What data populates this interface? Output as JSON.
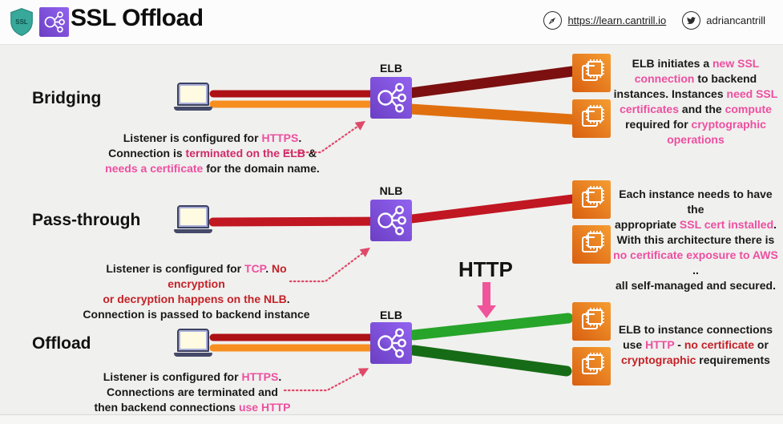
{
  "header": {
    "title": "SSL Offload",
    "shield_label": "SSL",
    "site_link": "https://learn.cantrill.io",
    "twitter_handle": "adriancantrill"
  },
  "colors": {
    "text_pink": "#ed4fa0",
    "text_crimson": "#d02a69",
    "text_red": "#c42127",
    "line_dark_red": "#ad1015",
    "line_maroon": "#7c1010",
    "line_orange": "#f78f20",
    "line_orange_dark": "#e0700f",
    "line_red": "#c01722",
    "line_green": "#27a42a",
    "line_green_dark": "#166c16",
    "lb_purple": "#7a4fe0",
    "ec2_orange": "#ec7211",
    "arrow_pink": "#e8439a"
  },
  "http_label": "HTTP",
  "rows": [
    {
      "label": "Bridging",
      "lb_label": "ELB",
      "annotation_lines": [
        [
          {
            "t": "Listener is configured for ",
            "c": "k"
          },
          {
            "t": "HTTPS",
            "c": "pink"
          },
          {
            "t": ".",
            "c": "k"
          }
        ],
        [
          {
            "t": "Connection is ",
            "c": "k"
          },
          {
            "t": "terminated on the ELB",
            "c": "crimson"
          },
          {
            "t": " &",
            "c": "k"
          }
        ],
        [
          {
            "t": "needs a certificate",
            "c": "pink"
          },
          {
            "t": " for the domain name.",
            "c": "k"
          }
        ]
      ],
      "right_lines": [
        [
          {
            "t": "ELB initiates a ",
            "c": "k"
          },
          {
            "t": "new SSL",
            "c": "pink"
          }
        ],
        [
          {
            "t": "connection",
            "c": "pink"
          },
          {
            "t": " to backend",
            "c": "k"
          }
        ],
        [
          {
            "t": "instances. Instances ",
            "c": "k"
          },
          {
            "t": "need SSL",
            "c": "pink"
          }
        ],
        [
          {
            "t": "certificates",
            "c": "pink"
          },
          {
            "t": " and the ",
            "c": "k"
          },
          {
            "t": "compute",
            "c": "pink"
          }
        ],
        [
          {
            "t": "required for ",
            "c": "k"
          },
          {
            "t": "cryptographic",
            "c": "pink"
          }
        ],
        [
          {
            "t": "operations",
            "c": "pink"
          }
        ]
      ]
    },
    {
      "label": "Pass-through",
      "lb_label": "NLB",
      "annotation_lines": [
        [
          {
            "t": "Listener is configured for ",
            "c": "k"
          },
          {
            "t": "TCP",
            "c": "pink"
          },
          {
            "t": ". ",
            "c": "k"
          },
          {
            "t": "No encryption",
            "c": "red"
          }
        ],
        [
          {
            "t": "or decryption happens on the NLB",
            "c": "red"
          },
          {
            "t": ".",
            "c": "k"
          }
        ],
        [
          {
            "t": "Connection is passed to backend instance",
            "c": "k"
          }
        ]
      ],
      "right_lines": [
        [
          {
            "t": "Each instance needs to have the",
            "c": "k"
          }
        ],
        [
          {
            "t": "appropriate ",
            "c": "k"
          },
          {
            "t": "SSL cert installed",
            "c": "pink"
          },
          {
            "t": ".",
            "c": "k"
          }
        ],
        [
          {
            "t": "With this architecture there is",
            "c": "k"
          }
        ],
        [
          {
            "t": "no certificate exposure to AWS",
            "c": "pink"
          },
          {
            "t": " ..",
            "c": "k"
          }
        ],
        [
          {
            "t": "all self-managed and secured.",
            "c": "k"
          }
        ]
      ]
    },
    {
      "label": "Offload",
      "lb_label": "ELB",
      "annotation_lines": [
        [
          {
            "t": "Listener is configured for ",
            "c": "k"
          },
          {
            "t": "HTTPS",
            "c": "pink"
          },
          {
            "t": ".",
            "c": "k"
          }
        ],
        [
          {
            "t": "Connections are terminated and",
            "c": "k"
          }
        ],
        [
          {
            "t": "then backend connections ",
            "c": "k"
          },
          {
            "t": "use HTTP",
            "c": "pink"
          }
        ]
      ],
      "right_lines": [
        [
          {
            "t": "ELB to instance connections",
            "c": "k"
          }
        ],
        [
          {
            "t": "use ",
            "c": "k"
          },
          {
            "t": "HTTP",
            "c": "pink"
          },
          {
            "t": " - ",
            "c": "k"
          },
          {
            "t": "no certificate",
            "c": "red"
          },
          {
            "t": " or",
            "c": "k"
          }
        ],
        [
          {
            "t": "cryptographic",
            "c": "red"
          },
          {
            "t": " requirements",
            "c": "k"
          }
        ]
      ]
    }
  ]
}
